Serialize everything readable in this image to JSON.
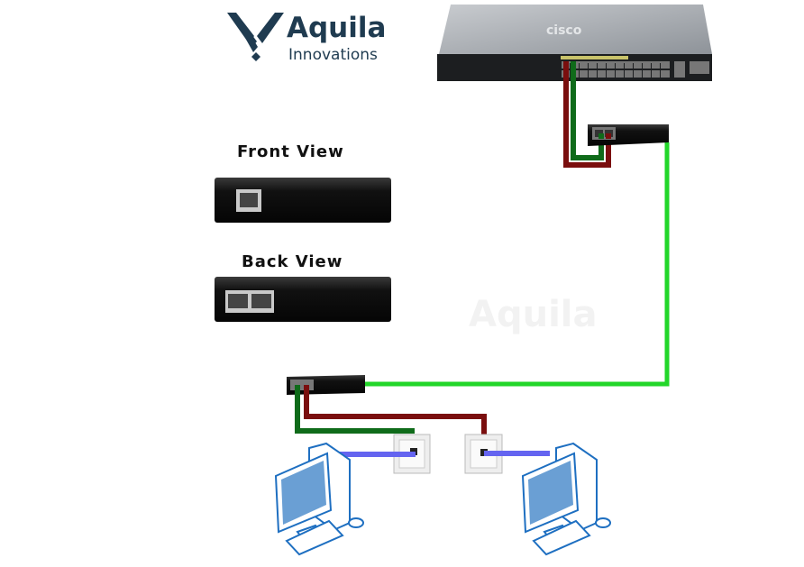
{
  "logo": {
    "name": "Aquila",
    "subtitle": "Innovations",
    "color": "#1f3b50"
  },
  "watermark": {
    "text": "Aquila"
  },
  "switch": {
    "brand": "cisco",
    "icon": "network-switch-icon"
  },
  "labels": {
    "front_view": "Front View",
    "back_view": "Back View"
  },
  "cables": {
    "switch_to_converter_1": "#7a0e0e",
    "switch_to_converter_2": "#0f6b1a",
    "converter_link": "#22d629",
    "converter_to_wall_red": "#7a0e0e",
    "converter_to_wall_green": "#0f6b1a",
    "wall_to_pc": "#6464f0"
  },
  "devices": [
    "network-switch-icon",
    "ethernet-extender-icon",
    "ethernet-extender-icon",
    "wall-jack-icon",
    "wall-jack-icon",
    "desktop-computer-icon",
    "desktop-computer-icon"
  ]
}
